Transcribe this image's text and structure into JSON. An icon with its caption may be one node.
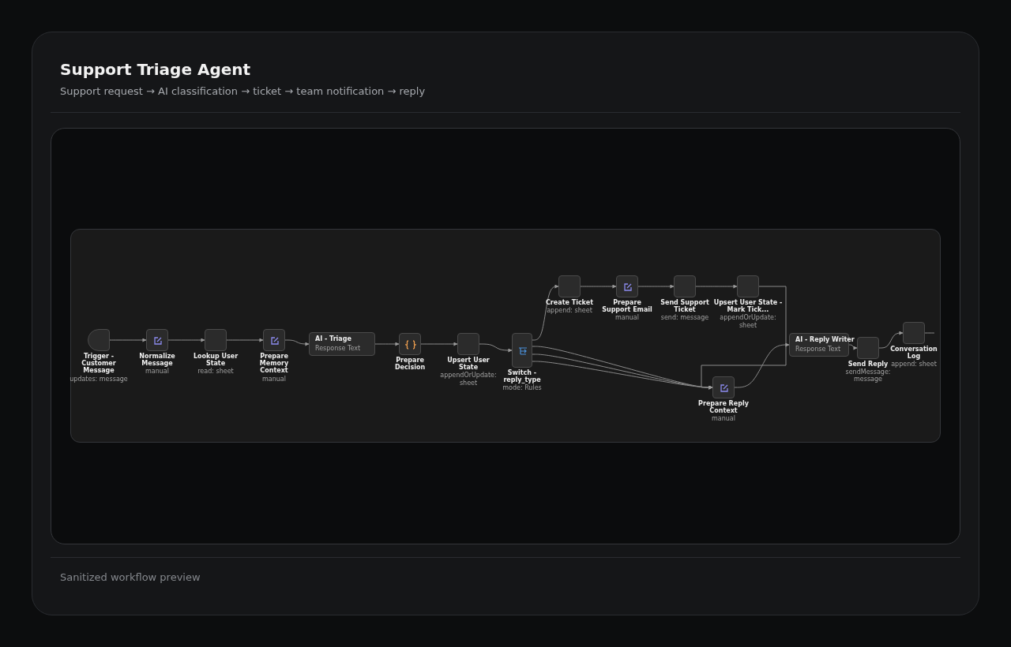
{
  "diagram": {
    "title": "Support Triage Agent",
    "nodes": [
      {
        "text": [
          "Trigger - Customer Message"
        ],
        "beside": [
          "updates: message"
        ]
      },
      {
        "text": [
          "Normalize Message"
        ],
        "beside": [
          "manual"
        ]
      },
      {
        "text": [
          "Lookup User State"
        ],
        "beside": [
          "read: sheet"
        ]
      },
      {
        "text": [
          "Prepare Memory Context"
        ],
        "beside": [
          "manual"
        ]
      },
      {
        "text": [
          "AI - Triage",
          "Response Text"
        ]
      },
      {
        "text": [
          "Prepare Decision"
        ]
      },
      {
        "text": [
          "Upsert User State"
        ],
        "beside": [
          "appendOrUpdate: sheet"
        ]
      },
      {
        "text": [
          "Switch - reply_type"
        ],
        "beside": [
          "mode: Rules"
        ]
      },
      {
        "text": [
          "Create Ticket"
        ],
        "beside": [
          "append: sheet"
        ]
      },
      {
        "text": [
          "Prepare Support Email"
        ],
        "beside": [
          "manual"
        ]
      },
      {
        "text": [
          "Send Support Ticket"
        ],
        "beside": [
          "send: message"
        ]
      },
      {
        "text": [
          "Upsert User State - Mark Tick..."
        ],
        "beside": [
          "appendOrUpdate: sheet"
        ]
      },
      {
        "text": [
          "Prepare Reply Context"
        ],
        "beside": [
          "manual"
        ]
      },
      {
        "text": [
          "AI - Reply Writer",
          "Response Text"
        ]
      },
      {
        "text": [
          "Send Reply"
        ],
        "beside": [
          "sendMessage: message"
        ]
      },
      {
        "text": [
          "Conversation Log"
        ],
        "beside": [
          "append: sheet"
        ]
      }
    ],
    "edges": [
      {
        "from": 0,
        "to": 1,
        "arrow": "to"
      },
      {
        "from": 1,
        "to": 2,
        "arrow": "to"
      },
      {
        "from": 2,
        "to": 3,
        "arrow": "to"
      },
      {
        "from": 3,
        "to": 4,
        "arrow": "to"
      },
      {
        "from": 4,
        "to": 5,
        "arrow": "to"
      },
      {
        "from": 5,
        "to": 6,
        "arrow": "to"
      },
      {
        "from": 6,
        "to": 7,
        "arrow": "to"
      },
      {
        "from": 7,
        "to": 8,
        "arrow": "to"
      },
      {
        "from": 8,
        "to": 9,
        "arrow": "to"
      },
      {
        "from": 9,
        "to": 10,
        "arrow": "to"
      },
      {
        "from": 10,
        "to": 11,
        "arrow": "to"
      },
      {
        "from": 11,
        "to": 12,
        "arrow": "to"
      },
      {
        "from": 7,
        "to": 12,
        "arrow": "to"
      },
      {
        "from": 7,
        "to": 12,
        "arrow": "to"
      },
      {
        "from": 7,
        "to": 12,
        "arrow": "to"
      },
      {
        "from": 12,
        "to": 13,
        "arrow": "to"
      },
      {
        "from": 13,
        "to": 14,
        "arrow": "to"
      },
      {
        "from": 14,
        "to": 15,
        "arrow": "to"
      },
      {
        "from": 15,
        "to": null,
        "arrow": "none"
      }
    ],
    "labels": [
      "Support request → AI classification → ticket → team notification → reply",
      "Sanitized workflow preview"
    ]
  }
}
